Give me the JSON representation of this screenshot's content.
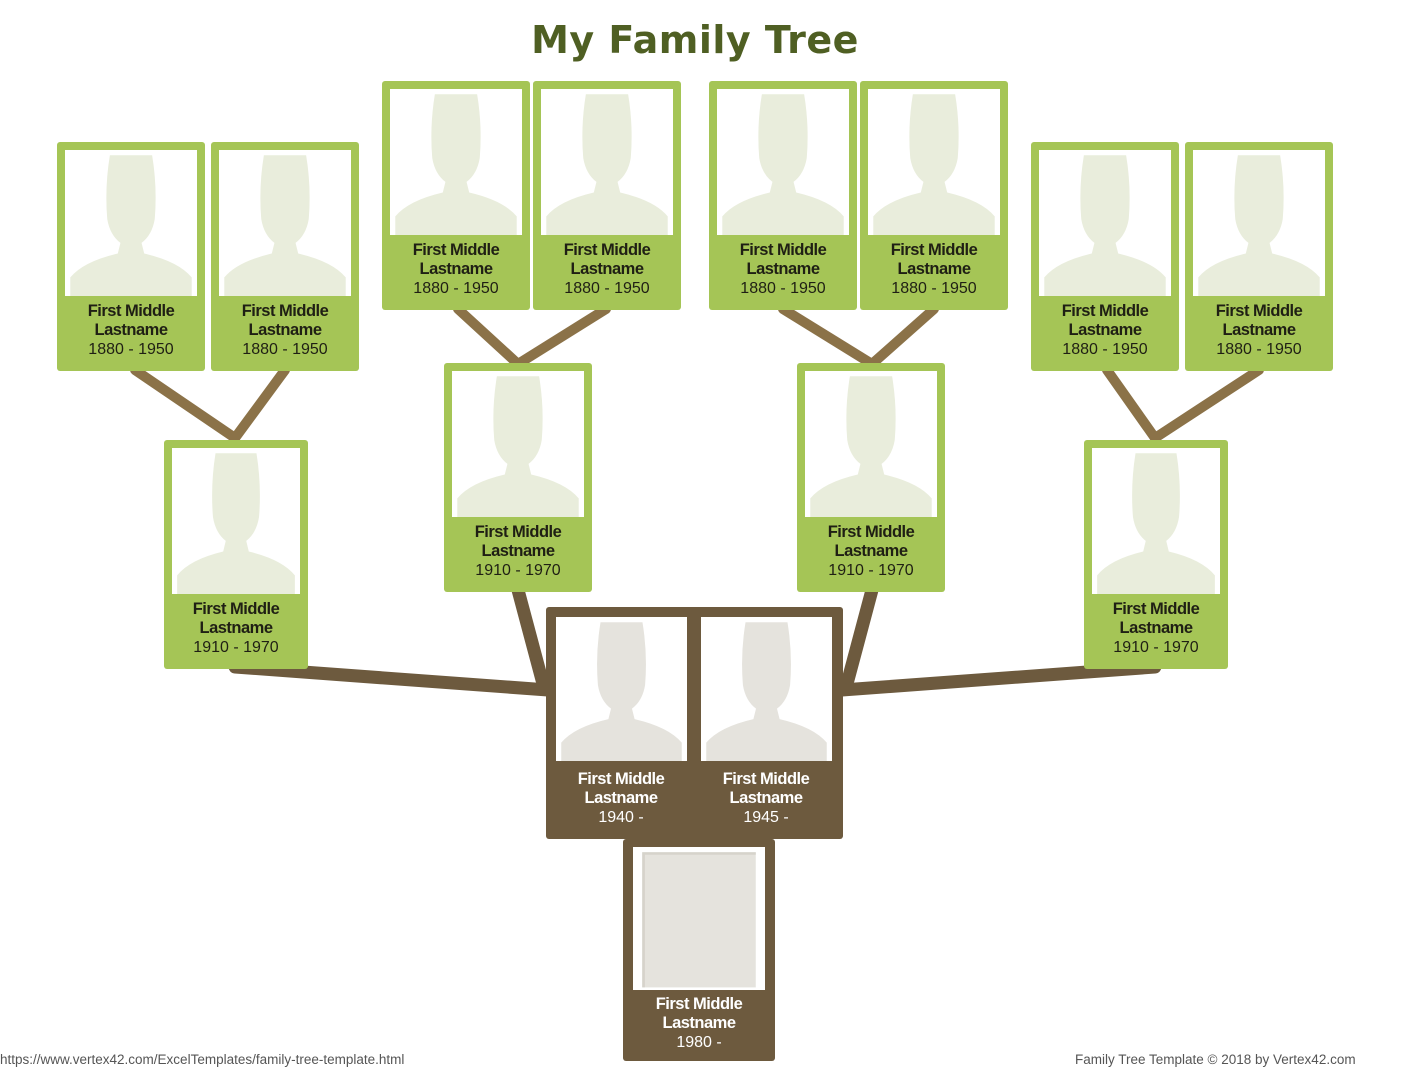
{
  "title": "My Family Tree",
  "colors": {
    "ancestor_card": "#a5c556",
    "family_card": "#6d5a3e",
    "branch_light": "#8b7248",
    "branch_dark": "#6d5a3e",
    "silhouette_green": "#e9eddc",
    "silhouette_grey": "#e5e3dd"
  },
  "icons": {
    "portrait": "person-silhouette-icon"
  },
  "great_grandparents": [
    {
      "first_middle": "First Middle",
      "lastname": "Lastname",
      "dates": "1880 - 1950"
    },
    {
      "first_middle": "First Middle",
      "lastname": "Lastname",
      "dates": "1880 - 1950"
    },
    {
      "first_middle": "First Middle",
      "lastname": "Lastname",
      "dates": "1880 - 1950"
    },
    {
      "first_middle": "First Middle",
      "lastname": "Lastname",
      "dates": "1880 - 1950"
    },
    {
      "first_middle": "First Middle",
      "lastname": "Lastname",
      "dates": "1880 - 1950"
    },
    {
      "first_middle": "First Middle",
      "lastname": "Lastname",
      "dates": "1880 - 1950"
    },
    {
      "first_middle": "First Middle",
      "lastname": "Lastname",
      "dates": "1880 - 1950"
    },
    {
      "first_middle": "First Middle",
      "lastname": "Lastname",
      "dates": "1880 - 1950"
    }
  ],
  "grandparents": [
    {
      "first_middle": "First Middle",
      "lastname": "Lastname",
      "dates": "1910 - 1970"
    },
    {
      "first_middle": "First Middle",
      "lastname": "Lastname",
      "dates": "1910 - 1970"
    },
    {
      "first_middle": "First Middle",
      "lastname": "Lastname",
      "dates": "1910 - 1970"
    },
    {
      "first_middle": "First Middle",
      "lastname": "Lastname",
      "dates": "1910 - 1970"
    }
  ],
  "parents": [
    {
      "first_middle": "First Middle",
      "lastname": "Lastname",
      "dates": "1940 -"
    },
    {
      "first_middle": "First Middle",
      "lastname": "Lastname",
      "dates": "1945 -"
    }
  ],
  "child": {
    "first_middle": "First Middle",
    "lastname": "Lastname",
    "dates": "1980 -"
  },
  "footer": {
    "url": "https://www.vertex42.com/ExcelTemplates/family-tree-template.html",
    "copyright": "Family Tree Template © 2018 by Vertex42.com"
  }
}
